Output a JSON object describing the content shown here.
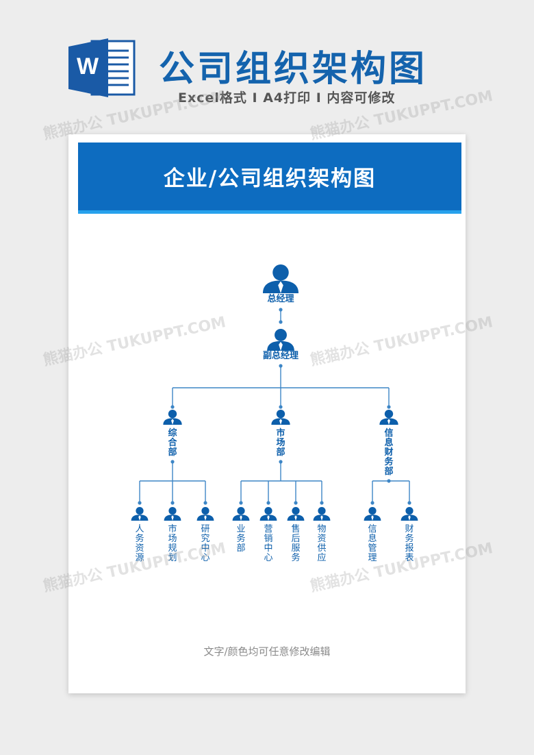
{
  "header": {
    "title": "公司组织架构图",
    "subtitle": "Excel格式 I A4打印 I 内容可修改",
    "app_icon": "word-icon",
    "watermark": "熊猫办公 TUKUPPT.COM"
  },
  "document": {
    "banner_title": "企业/公司组织架构图",
    "footer": "文字/颜色均可任意修改编辑"
  },
  "org": {
    "root": "总经理",
    "deputy": "副总经理",
    "departments": [
      {
        "name": "综合部",
        "children": [
          "人务资源",
          "市场规划",
          "研究中心"
        ]
      },
      {
        "name": "市场部",
        "children": [
          "业务部",
          "营销中心",
          "售后服务",
          "物资供应"
        ]
      },
      {
        "name": "信息财务部",
        "children": [
          "信息管理",
          "财务报表"
        ]
      }
    ]
  },
  "colors": {
    "primary": "#0d6cc0",
    "accent": "#27a1ec",
    "line": "#3d86c6",
    "node": "#0d5fab"
  }
}
